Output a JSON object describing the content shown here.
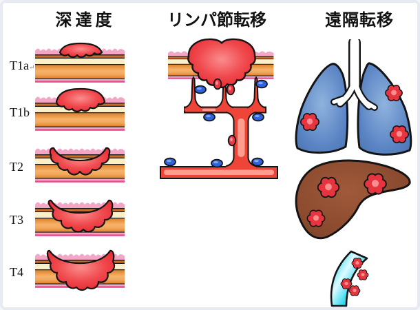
{
  "figure": {
    "type": "cancer-staging-medical-illustration",
    "titles": {
      "depth": "深達度",
      "lymph": "リンパ節転移",
      "distant": "遠隔転移"
    },
    "stages": [
      {
        "label": "T1a",
        "suffix": "↵"
      },
      {
        "label": "T1b",
        "suffix": ""
      },
      {
        "label": "T2",
        "suffix": ""
      },
      {
        "label": "T3",
        "suffix": ""
      },
      {
        "label": "T4",
        "suffix": ""
      }
    ],
    "colors": {
      "mucosa_pink": "#f4a6c6",
      "muscularis_mucosae_brown": "#cf6a25",
      "submucosa_cream": "#faefc7",
      "muscle_orange": "#e8913d",
      "serosa_magenta": "#e84a8a",
      "tumor_red": "#e6242e",
      "lymph_vessel_red": "#ef4438",
      "normal_node_blue": "#2f63de",
      "metastatic_node_red": "#e73843",
      "lung_blue": "#5b84c4",
      "liver_brown": "#8a4a2e",
      "blood_vessel_cyan": "#3fdcf0",
      "outline_black": "#141414",
      "frame_border": "#e7ebf1"
    }
  }
}
